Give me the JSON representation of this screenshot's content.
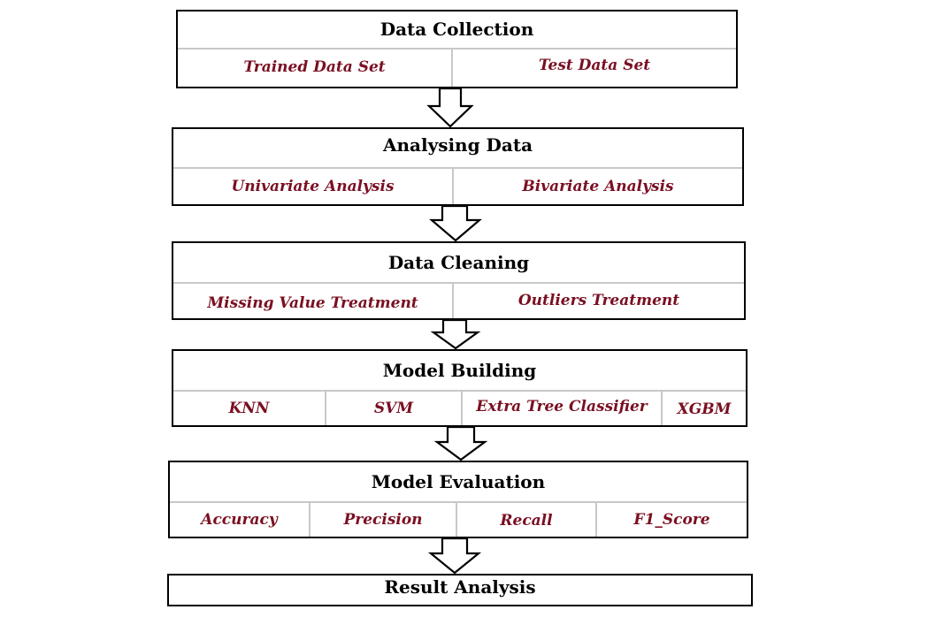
{
  "flowchart": {
    "stages": [
      {
        "title": "Data Collection",
        "items": [
          "Trained Data Set",
          "Test Data Set"
        ]
      },
      {
        "title": "Analysing Data",
        "items": [
          "Univariate Analysis",
          "Bivariate Analysis"
        ]
      },
      {
        "title": "Data Cleaning",
        "items": [
          "Missing Value Treatment",
          "Outliers Treatment"
        ]
      },
      {
        "title": "Model Building",
        "items": [
          "KNN",
          "SVM",
          "Extra Tree Classifier",
          "XGBM"
        ]
      },
      {
        "title": "Model Evaluation",
        "items": [
          "Accuracy",
          "Precision",
          "Recall",
          "F1_Score"
        ]
      },
      {
        "title": "Result Analysis",
        "items": []
      }
    ]
  },
  "colors": {
    "box_border": "#000000",
    "separator": "#c8c8c8",
    "title_text": "#000000",
    "item_text": "#7a0f22",
    "arrow_fill": "#ffffff",
    "arrow_stroke": "#000000"
  }
}
